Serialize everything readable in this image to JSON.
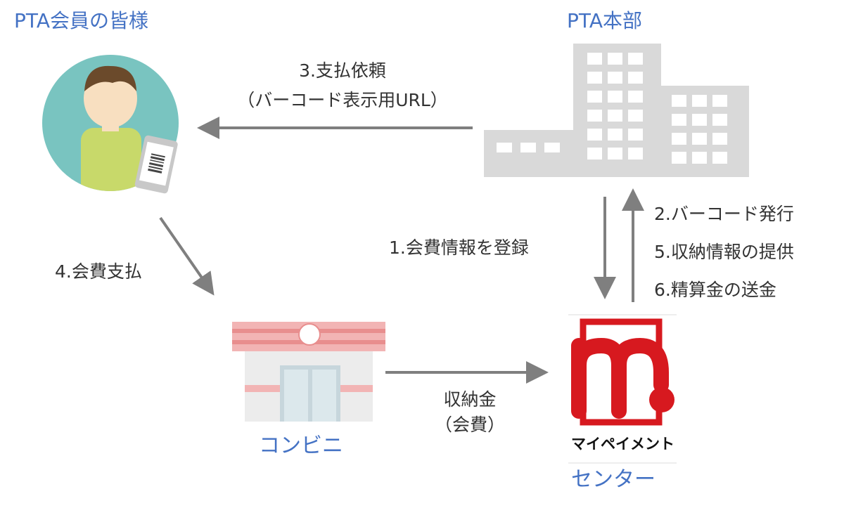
{
  "nodes": {
    "members": "PTA会員の皆様",
    "hq": "PTA本部",
    "store": "コンビニ",
    "center": "センター",
    "logo_text": "マイペイメント"
  },
  "steps": {
    "step3_line1": "3.支払依頼",
    "step3_line2": "（バーコード表示用URL）",
    "step4": "4.会費支払",
    "step1": "1.会費情報を登録",
    "step2": "2.バーコード発行",
    "step5": "5.収納情報の提供",
    "step6": "6.精算金の送金",
    "payment_line1": "収納金",
    "payment_line2": "（会費）"
  },
  "colors": {
    "accent": "#4472C4",
    "arrow": "#7f7f7f",
    "logo": "#d7191f",
    "building": "#d9d9d9"
  }
}
